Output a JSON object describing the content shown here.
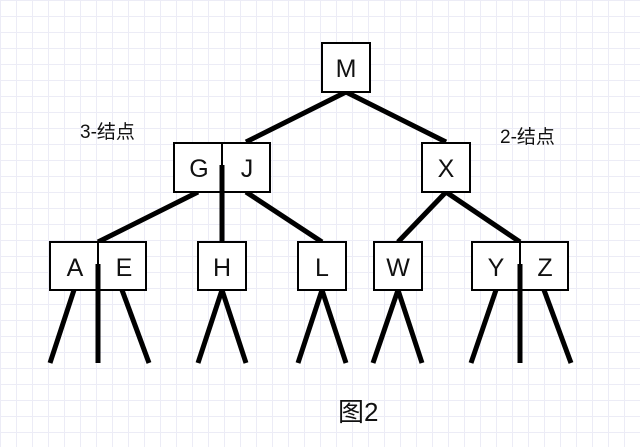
{
  "annotations": {
    "left": "3-结点",
    "right": "2-结点"
  },
  "caption": "图2",
  "tree": {
    "root": {
      "keys": [
        "M"
      ]
    },
    "level2": [
      {
        "keys": [
          "G",
          "J"
        ]
      },
      {
        "keys": [
          "X"
        ]
      }
    ],
    "level3": [
      {
        "keys": [
          "A",
          "E"
        ]
      },
      {
        "keys": [
          "H"
        ]
      },
      {
        "keys": [
          "L"
        ]
      },
      {
        "keys": [
          "W"
        ]
      },
      {
        "keys": [
          "Y",
          "Z"
        ]
      }
    ]
  }
}
